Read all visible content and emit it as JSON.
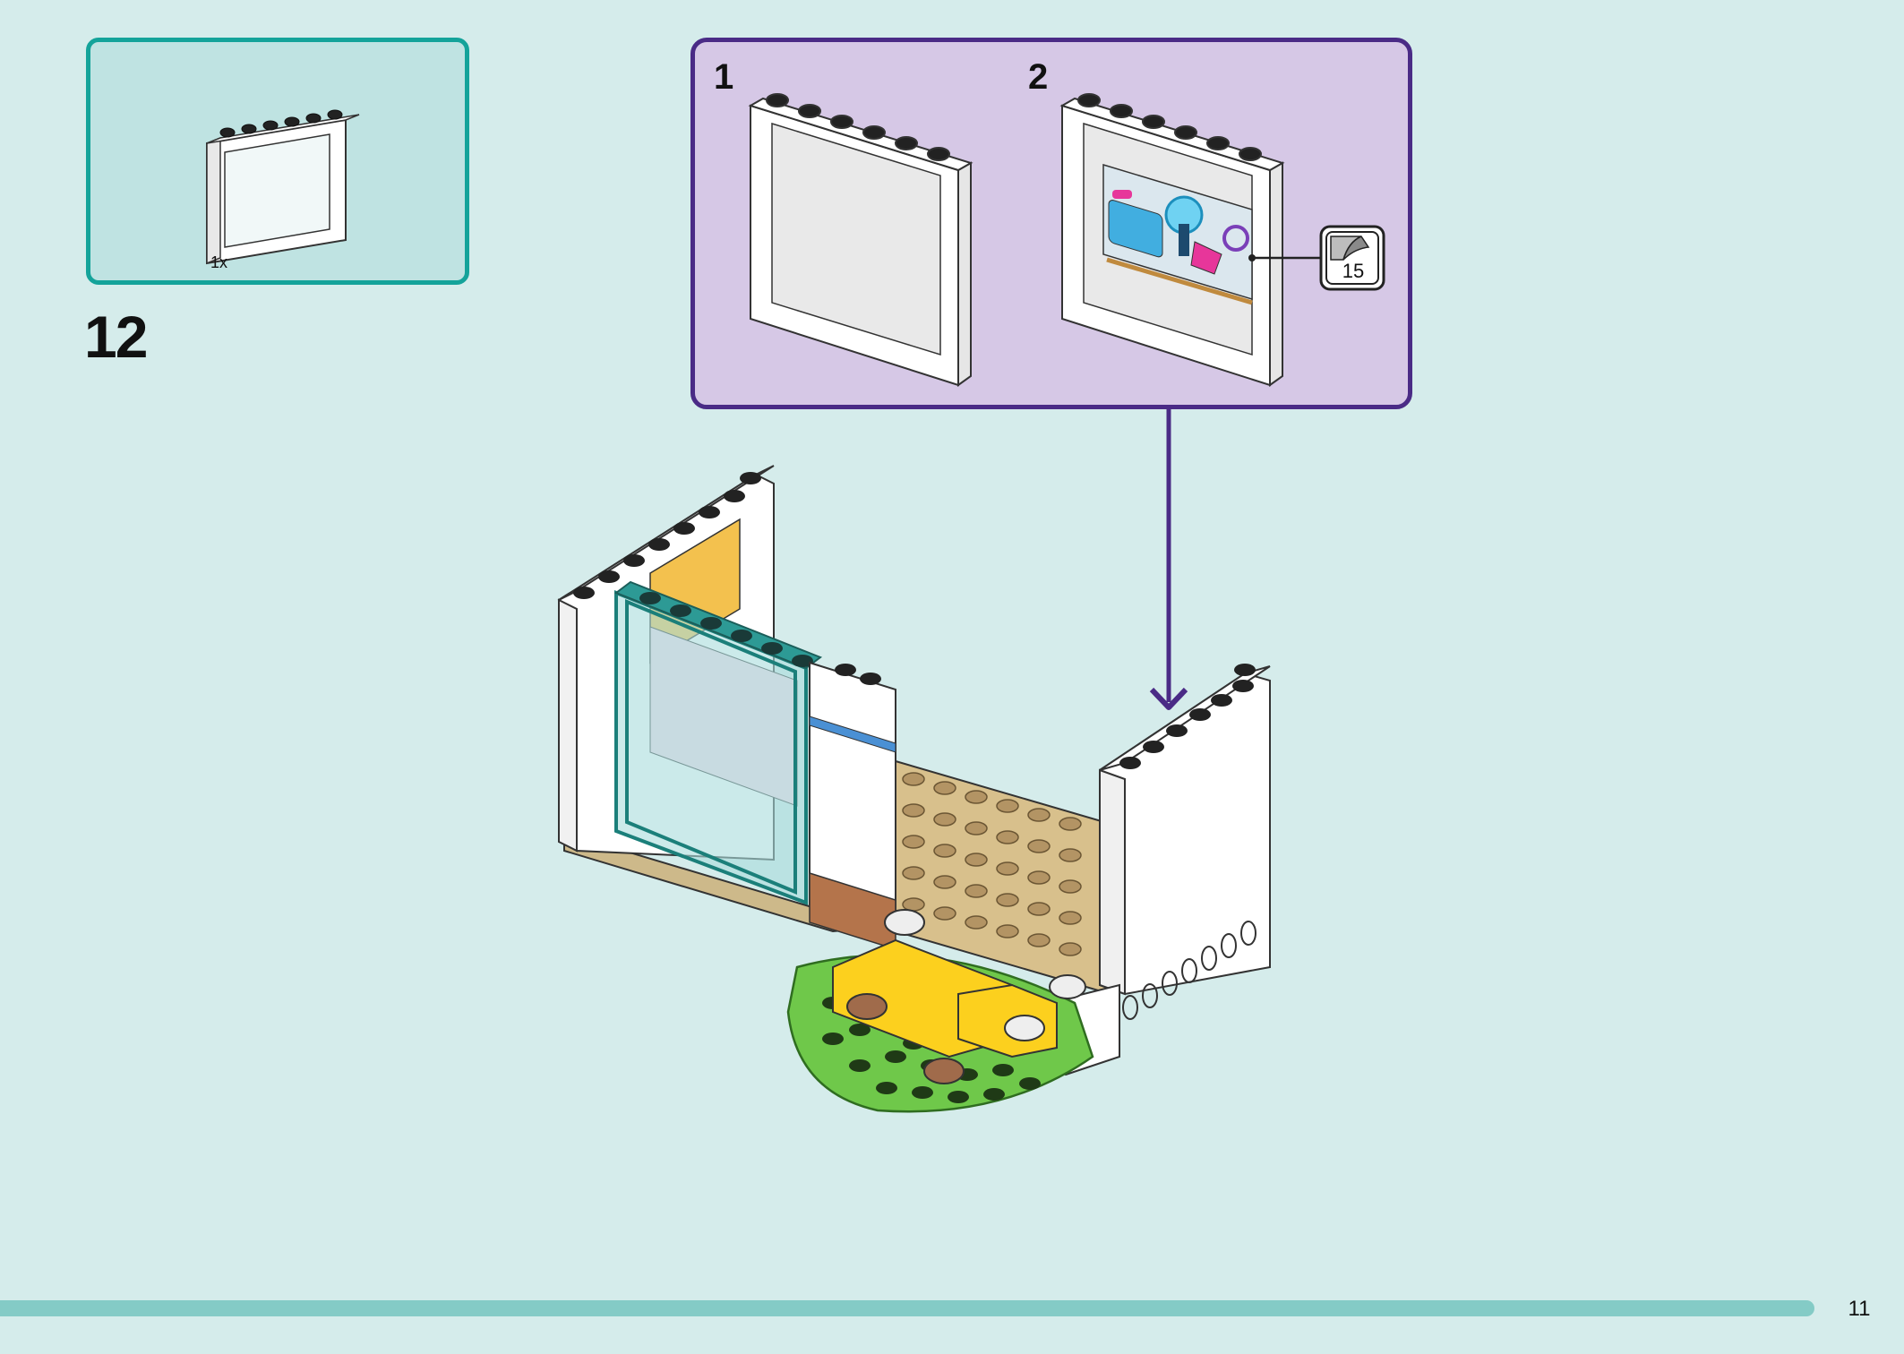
{
  "parts": {
    "quantity": "1x"
  },
  "step": {
    "number": "12"
  },
  "substeps": [
    {
      "number": "1"
    },
    {
      "number": "2"
    }
  ],
  "sticker": {
    "number": "15"
  },
  "page": {
    "number": "11"
  },
  "colors": {
    "background": "#d5eceb",
    "parts_box_border": "#14a39a",
    "parts_box_fill": "#bfe3e2",
    "substep_box_border": "#4a2b86",
    "substep_box_fill": "#d6c8e6",
    "arrow": "#4a2b86",
    "page_bar": "#84cbc6"
  }
}
